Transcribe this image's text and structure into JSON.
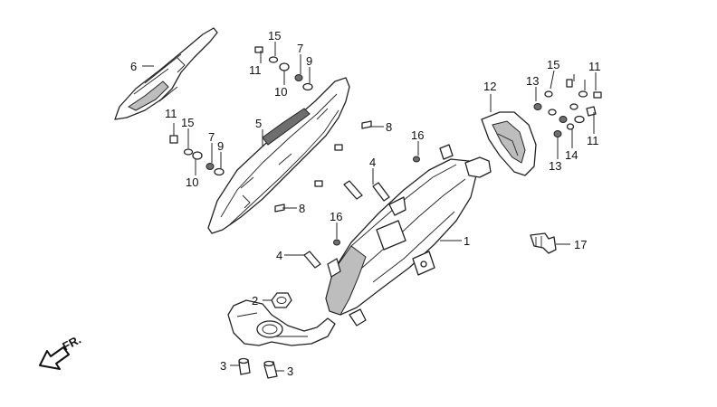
{
  "diagram": {
    "direction_label": "FR.",
    "callouts": {
      "c1": "1",
      "c2": "2",
      "c3a": "3",
      "c3b": "3",
      "c4a": "4",
      "c4b": "4",
      "c5": "5",
      "c6": "6",
      "c7a": "7",
      "c7b": "7",
      "c8a": "8",
      "c8b": "8",
      "c9a": "9",
      "c9b": "9",
      "c10a": "10",
      "c10b": "10",
      "c11a": "11",
      "c11b": "11",
      "c11c": "11",
      "c11d": "11",
      "c12": "12",
      "c13a": "13",
      "c13b": "13",
      "c14": "14",
      "c15a": "15",
      "c15b": "15",
      "c15c": "15",
      "c16a": "16",
      "c16b": "16",
      "c17": "17"
    }
  }
}
